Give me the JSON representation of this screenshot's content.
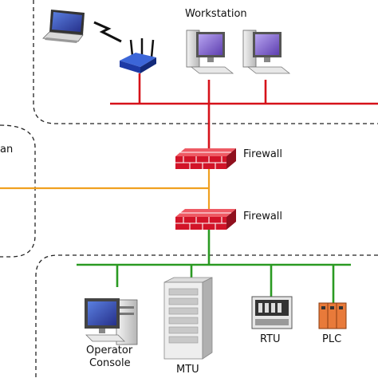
{
  "labels": {
    "workstation": "Workstation",
    "firewall_top": "Firewall",
    "firewall_bottom": "Firewall",
    "left_zone_fragment": "an",
    "operator_console_line1": "Operator",
    "operator_console_line2": "Console",
    "mtu": "MTU",
    "rtu": "RTU",
    "plc": "PLC"
  },
  "colors": {
    "corporate_bus": "#d6121a",
    "middle_link": "#f0a020",
    "control_bus": "#2a9a22",
    "zone_border": "#222222",
    "firewall": "#c8102e"
  },
  "icons": [
    "laptop-icon",
    "wireless-signal-icon",
    "wireless-router-icon",
    "workstation-icon",
    "firewall-icon",
    "operator-console-icon",
    "mtu-server-icon",
    "rtu-icon",
    "plc-icon"
  ]
}
